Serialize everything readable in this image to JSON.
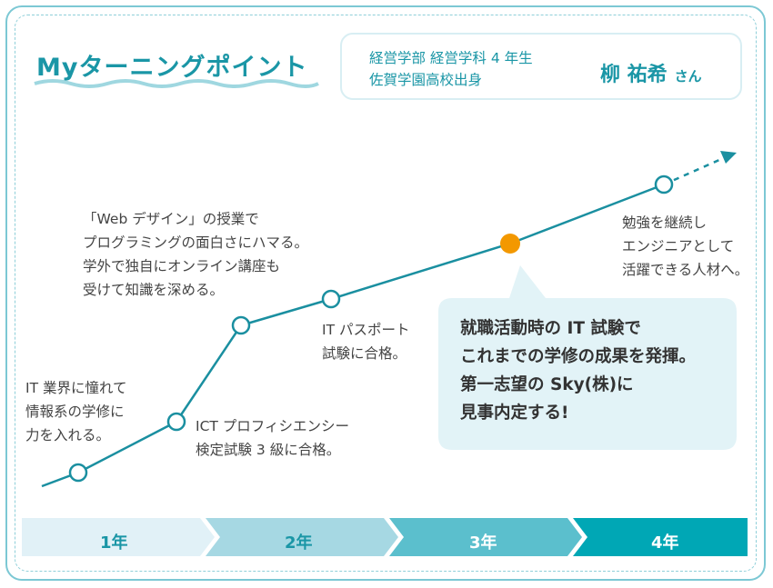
{
  "title": "Myターニングポイント",
  "profile": {
    "department": "経営学部 経営学科 4 年生",
    "school": "佐賀学園高校出身",
    "name": "柳 祐希",
    "honorific": "さん"
  },
  "milestones": [
    {
      "text": "IT 業界に憧れて\n情報系の学修に\n力を入れる。"
    },
    {
      "text": "ICT プロフィシエンシー\n検定試験 3 級に合格。"
    },
    {
      "text": "「Web デザイン」の授業で\nプログラミングの面白さにハマる。\n学外で独自にオンライン講座も\n受けて知識を深める。"
    },
    {
      "text": "IT パスポート\n試験に合格。"
    },
    {
      "text": "勉強を継続し\nエンジニアとして\n活躍できる人材へ。"
    }
  ],
  "highlight": {
    "text": "就職活動時の IT 試験で\nこれまでの学修の成果を発揮。\n第一志望の Sky(株)に\n見事内定する!",
    "color": "#f39800"
  },
  "years": [
    {
      "label": "1年",
      "color": "#e1f1f7"
    },
    {
      "label": "2年",
      "color": "#a6d8e3"
    },
    {
      "label": "3年",
      "color": "#5bbfcd"
    },
    {
      "label": "4年",
      "color": "#00a7b5"
    }
  ],
  "colors": {
    "accent": "#1a96a6",
    "line": "#1a8fa0",
    "callout_bg": "#e2f3f7"
  }
}
